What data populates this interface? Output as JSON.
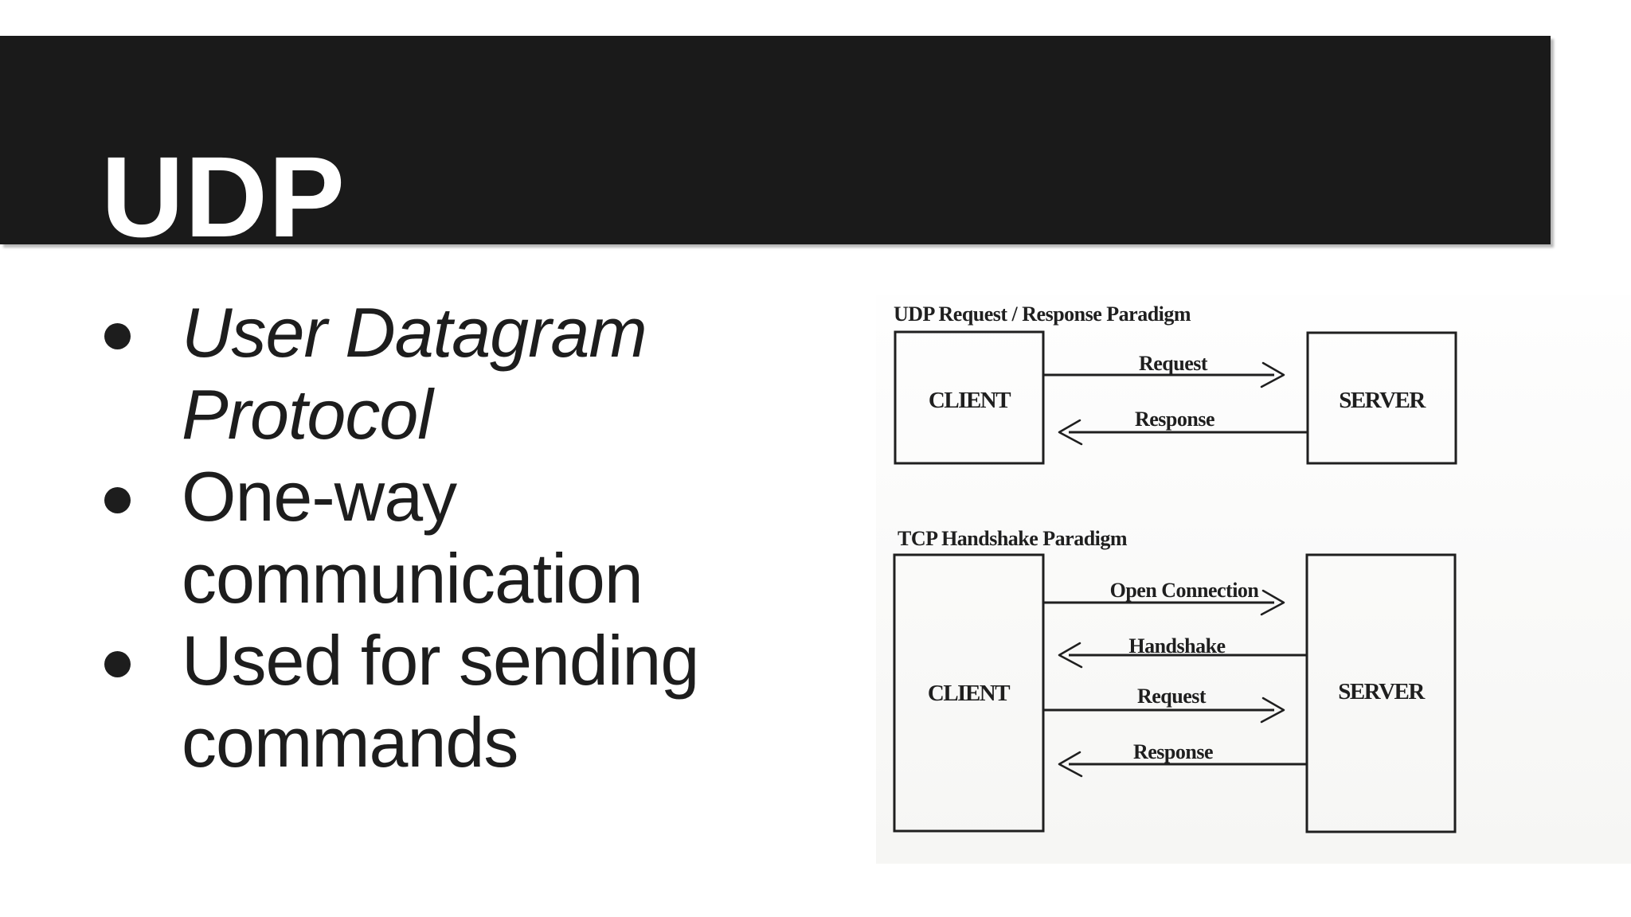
{
  "slide": {
    "title": "UDP",
    "bullets": [
      {
        "text": "User Datagram Protocol",
        "style": "italic"
      },
      {
        "text": "One-way communication",
        "style": "normal"
      },
      {
        "text": "Used for sending commands",
        "style": "normal"
      }
    ],
    "colors": {
      "title_bar": "#1a1a1a",
      "title_text": "#ffffff",
      "body_text": "#1d1d1d",
      "background": "#ffffff",
      "diagram_ink": "#1f1f1f"
    }
  },
  "diagram": {
    "udp": {
      "title": "UDP Request / Response Paradigm",
      "client_label": "CLIENT",
      "server_label": "SERVER",
      "arrows": [
        {
          "label": "Request",
          "direction": "right"
        },
        {
          "label": "Response",
          "direction": "left"
        }
      ]
    },
    "tcp": {
      "title": "TCP Handshake Paradigm",
      "client_label": "CLIENT",
      "server_label": "SERVER",
      "arrows": [
        {
          "label": "Open Connection",
          "direction": "right"
        },
        {
          "label": "Handshake",
          "direction": "left"
        },
        {
          "label": "Request",
          "direction": "right"
        },
        {
          "label": "Response",
          "direction": "left"
        }
      ]
    }
  }
}
